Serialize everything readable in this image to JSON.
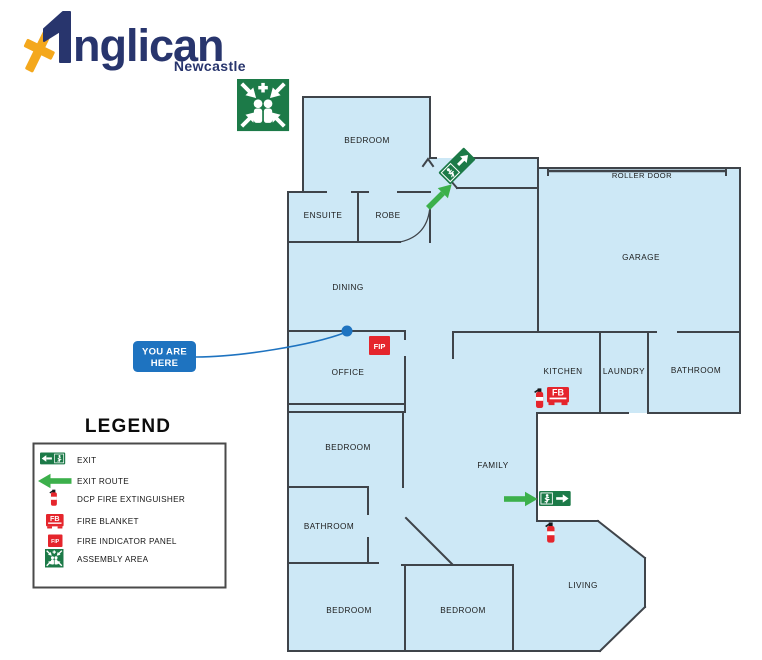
{
  "logo": {
    "word": "nglican",
    "subtitle": "Newcastle"
  },
  "plan": {
    "roller_door": "ROLLER DOOR",
    "rooms": [
      {
        "label": "BEDROOM"
      },
      {
        "label": "ENSUITE"
      },
      {
        "label": "ROBE"
      },
      {
        "label": "DINING"
      },
      {
        "label": "OFFICE"
      },
      {
        "label": "GARAGE"
      },
      {
        "label": "KITCHEN"
      },
      {
        "label": "LAUNDRY"
      },
      {
        "label": "BATHROOM"
      },
      {
        "label": "FAMILY"
      },
      {
        "label": "BEDROOM"
      },
      {
        "label": "BATHROOM"
      },
      {
        "label": "BEDROOM"
      },
      {
        "label": "BEDROOM"
      },
      {
        "label": "LIVING"
      }
    ]
  },
  "markers": {
    "fip": "FIP",
    "fb": "FB",
    "you_are_here_line1": "YOU ARE",
    "you_are_here_line2": "HERE"
  },
  "legend": {
    "title": "LEGEND",
    "items": [
      {
        "icon": "exit-sign-icon",
        "label": "EXIT"
      },
      {
        "icon": "exit-route-arrow-icon",
        "label": "EXIT ROUTE"
      },
      {
        "icon": "fire-extinguisher-icon",
        "label": "DCP FIRE EXTINGUISHER"
      },
      {
        "icon": "fire-blanket-icon",
        "label": "FIRE BLANKET"
      },
      {
        "icon": "fire-indicator-panel-icon",
        "label": "FIRE INDICATOR PANEL"
      },
      {
        "icon": "assembly-area-icon",
        "label": "ASSEMBLY AREA"
      }
    ]
  },
  "colors": {
    "floor": "#cde8f6",
    "wall": "#3f444a",
    "sign_green": "#1c7a48",
    "route_green": "#3cb04b",
    "alert_red": "#e5252c",
    "marker_blue": "#1e73c0",
    "brand_navy": "#28356d",
    "brand_gold": "#f4a81d"
  }
}
